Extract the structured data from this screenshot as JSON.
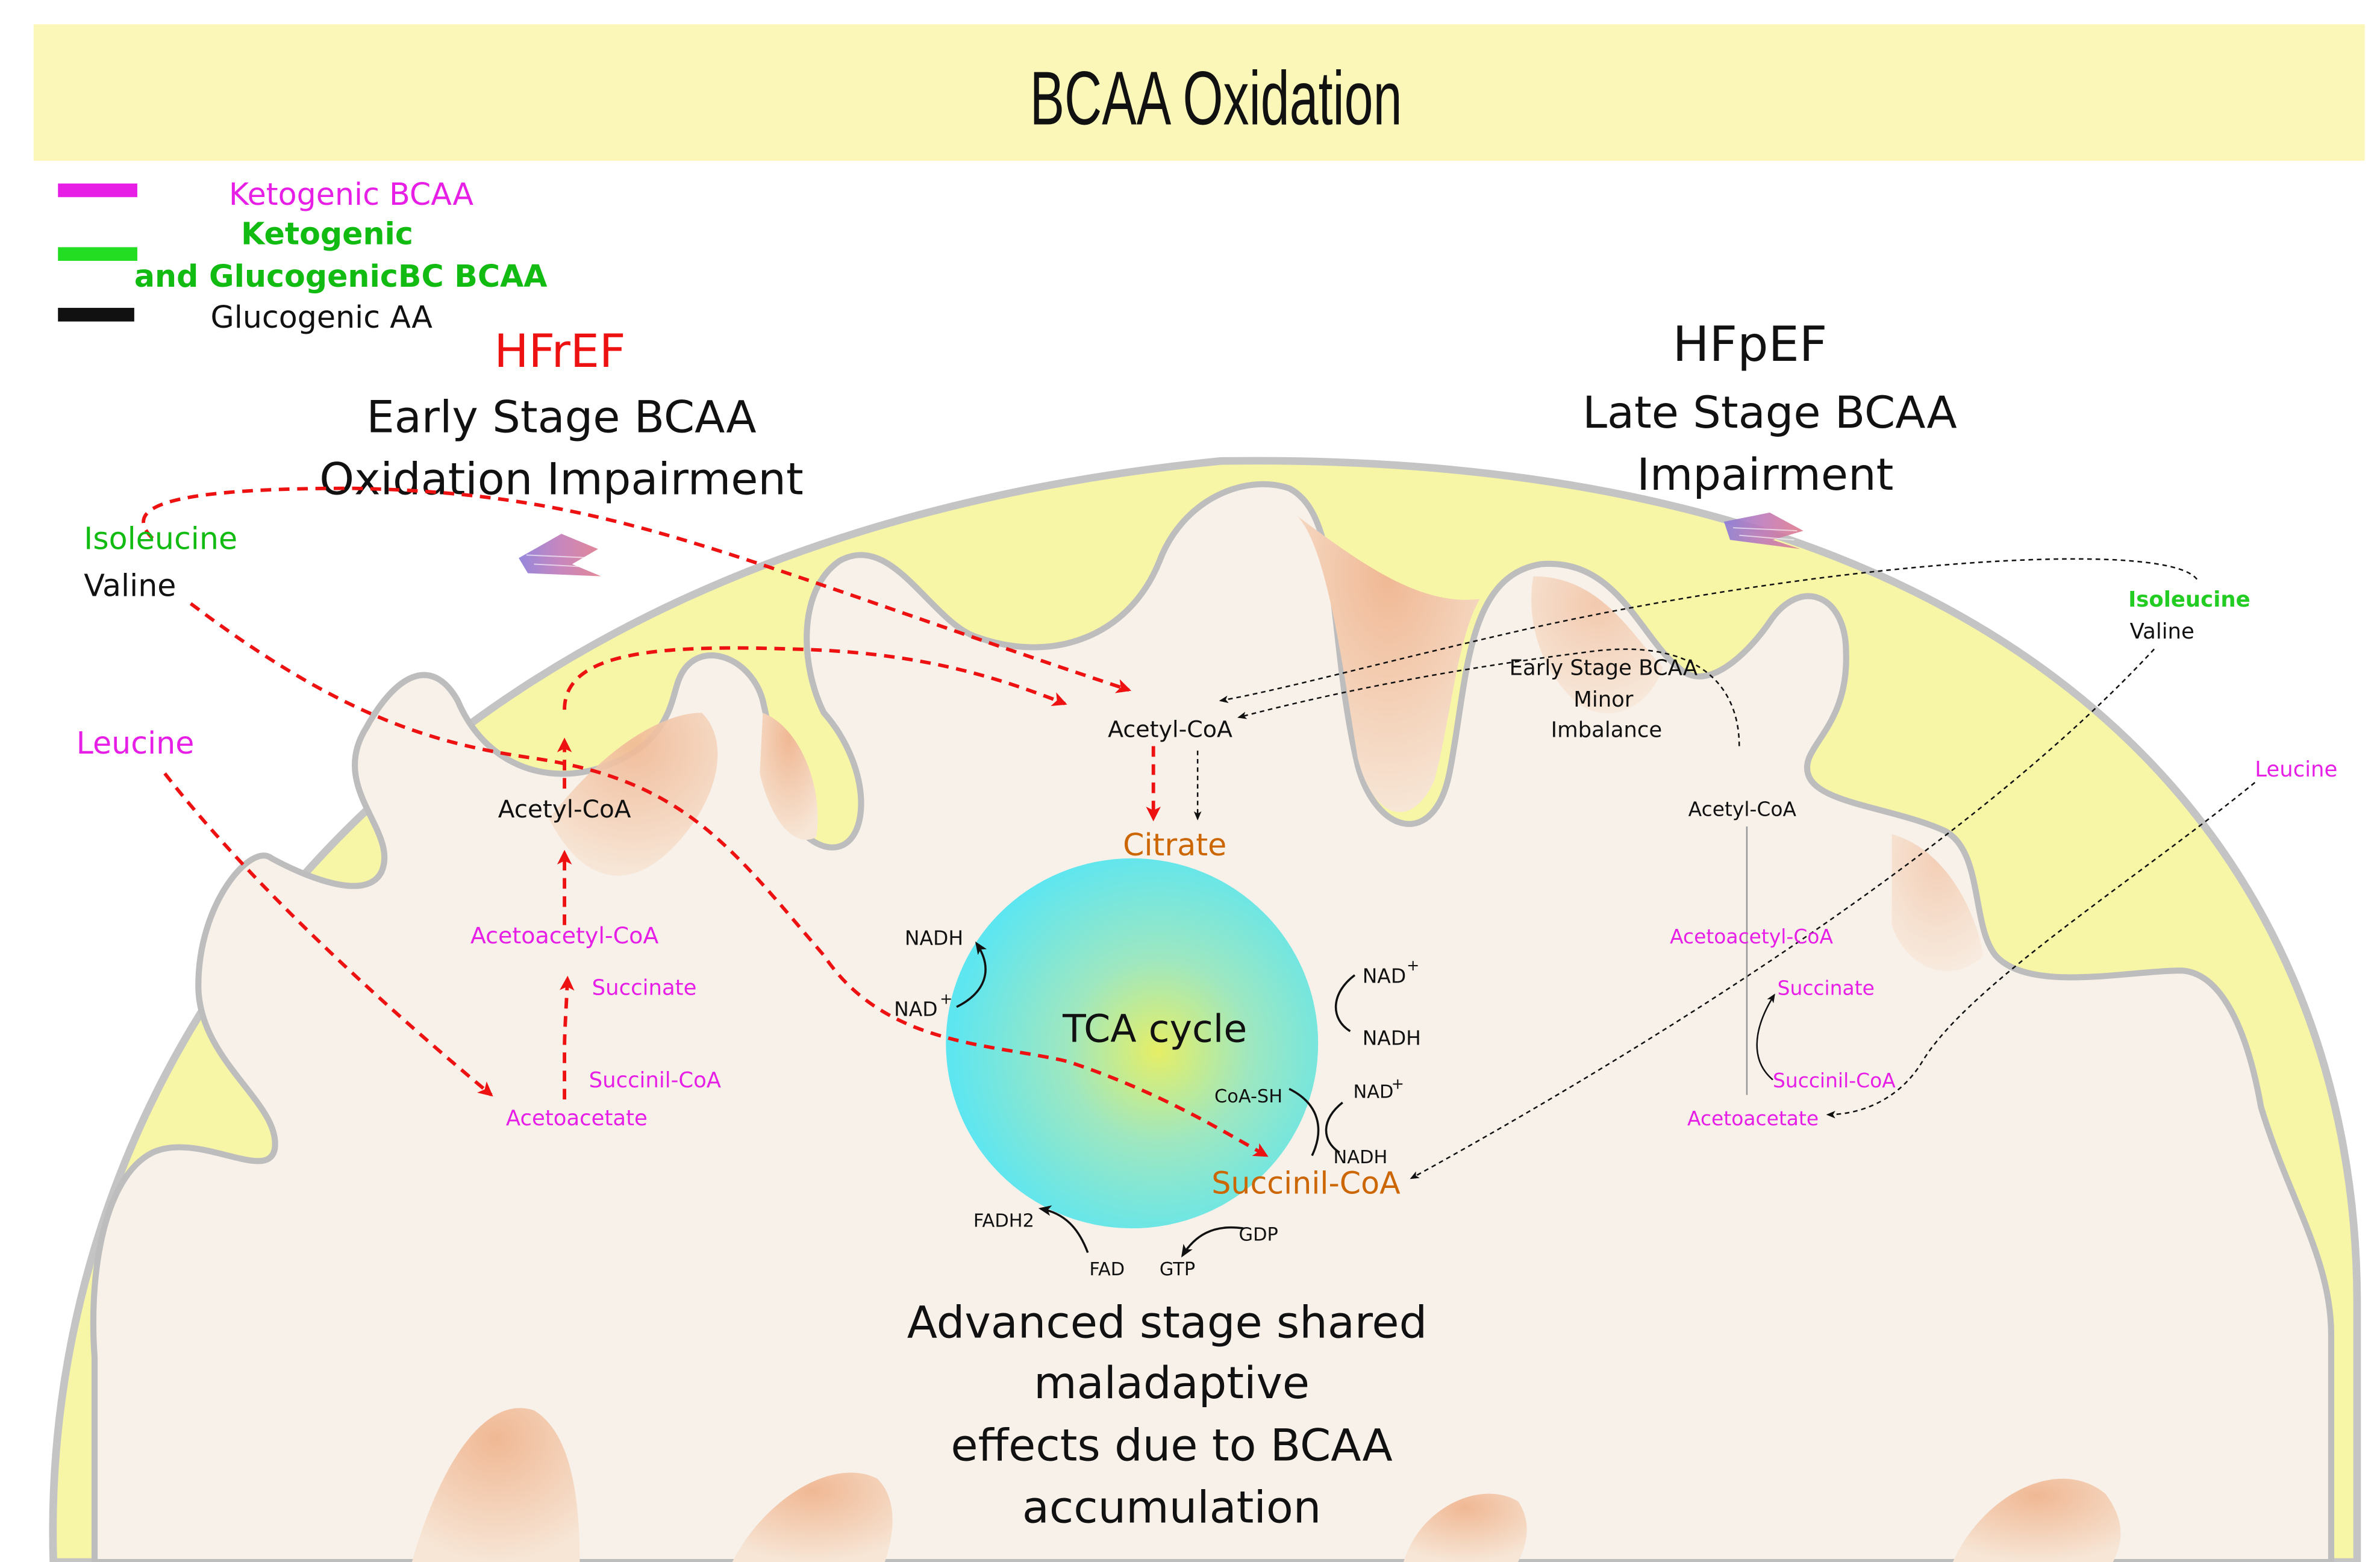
{
  "title": "BCAA Oxidation",
  "legend": {
    "ketogenic": "Ketogenic BCAA",
    "keto_gluco_line1": "Ketogenic",
    "keto_gluco_line2": "and GlucogenicBC BCAA",
    "glucogenic": "Glucogenic AA"
  },
  "left": {
    "heading": "HFrEF",
    "subtitle_line1": "Early Stage BCAA",
    "subtitle_line2": "Oxidation Impairment",
    "isoleucine": "Isoleucine",
    "valine": "Valine",
    "leucine": "Leucine",
    "acetyl_coa": "Acetyl-CoA",
    "acetoacetyl_coa": "Acetoacetyl-CoA",
    "succinate": "Succinate",
    "succinil_coa": "Succinil-CoA",
    "acetoacetate": "Acetoacetate"
  },
  "right": {
    "heading": "HFpEF",
    "subtitle_line1": "Late Stage BCAA",
    "subtitle_line2": "Impairment",
    "isoleucine": "Isoleucine",
    "valine": "Valine",
    "leucine": "Leucine",
    "note_line1": "Early Stage BCAA",
    "note_line2": "Minor",
    "note_line3": "Imbalance",
    "acetyl_coa": "Acetyl-CoA",
    "acetoacetyl_coa": "Acetoacetyl-CoA",
    "succinate": "Succinate",
    "succinil_coa": "Succinil-CoA",
    "acetoacetate": "Acetoacetate"
  },
  "center": {
    "acetyl_coa": "Acetyl-CoA",
    "citrate": "Citrate",
    "tca": "TCA cycle",
    "succinil_coa": "Succinil-CoA",
    "nadh_tl": "NADH",
    "nad_tl": "NAD",
    "nad_tr": "NAD",
    "nadh_tr": "NADH",
    "coa_sh": "CoA-SH",
    "nad_br": "NAD",
    "nadh_br": "NADH",
    "fadh2": "FADH2",
    "fad": "FAD",
    "gtp": "GTP",
    "gdp": "GDP",
    "plus": "+"
  },
  "bottom": {
    "line1": "Advanced stage shared",
    "line2": "maladaptive",
    "line3": "effects due to BCAA",
    "line4": "accumulation"
  },
  "colors": {
    "title_band": "#fbf7b8",
    "membrane_outer": "#f7f5a6",
    "matrix": "#f8f1ea",
    "membrane_stroke": "#bdbdbd",
    "crista_fill": "#f2c3a3",
    "ketogenic": "#e61ee6",
    "keto_gluco": "#22cc22",
    "glucogenic": "#111111",
    "hfref": "#ee1111",
    "pathway": "#ee1111",
    "intermediate_orange": "#cc6600",
    "tca_outer": "#5ee6f0",
    "tca_inner": "#e6ee66"
  }
}
